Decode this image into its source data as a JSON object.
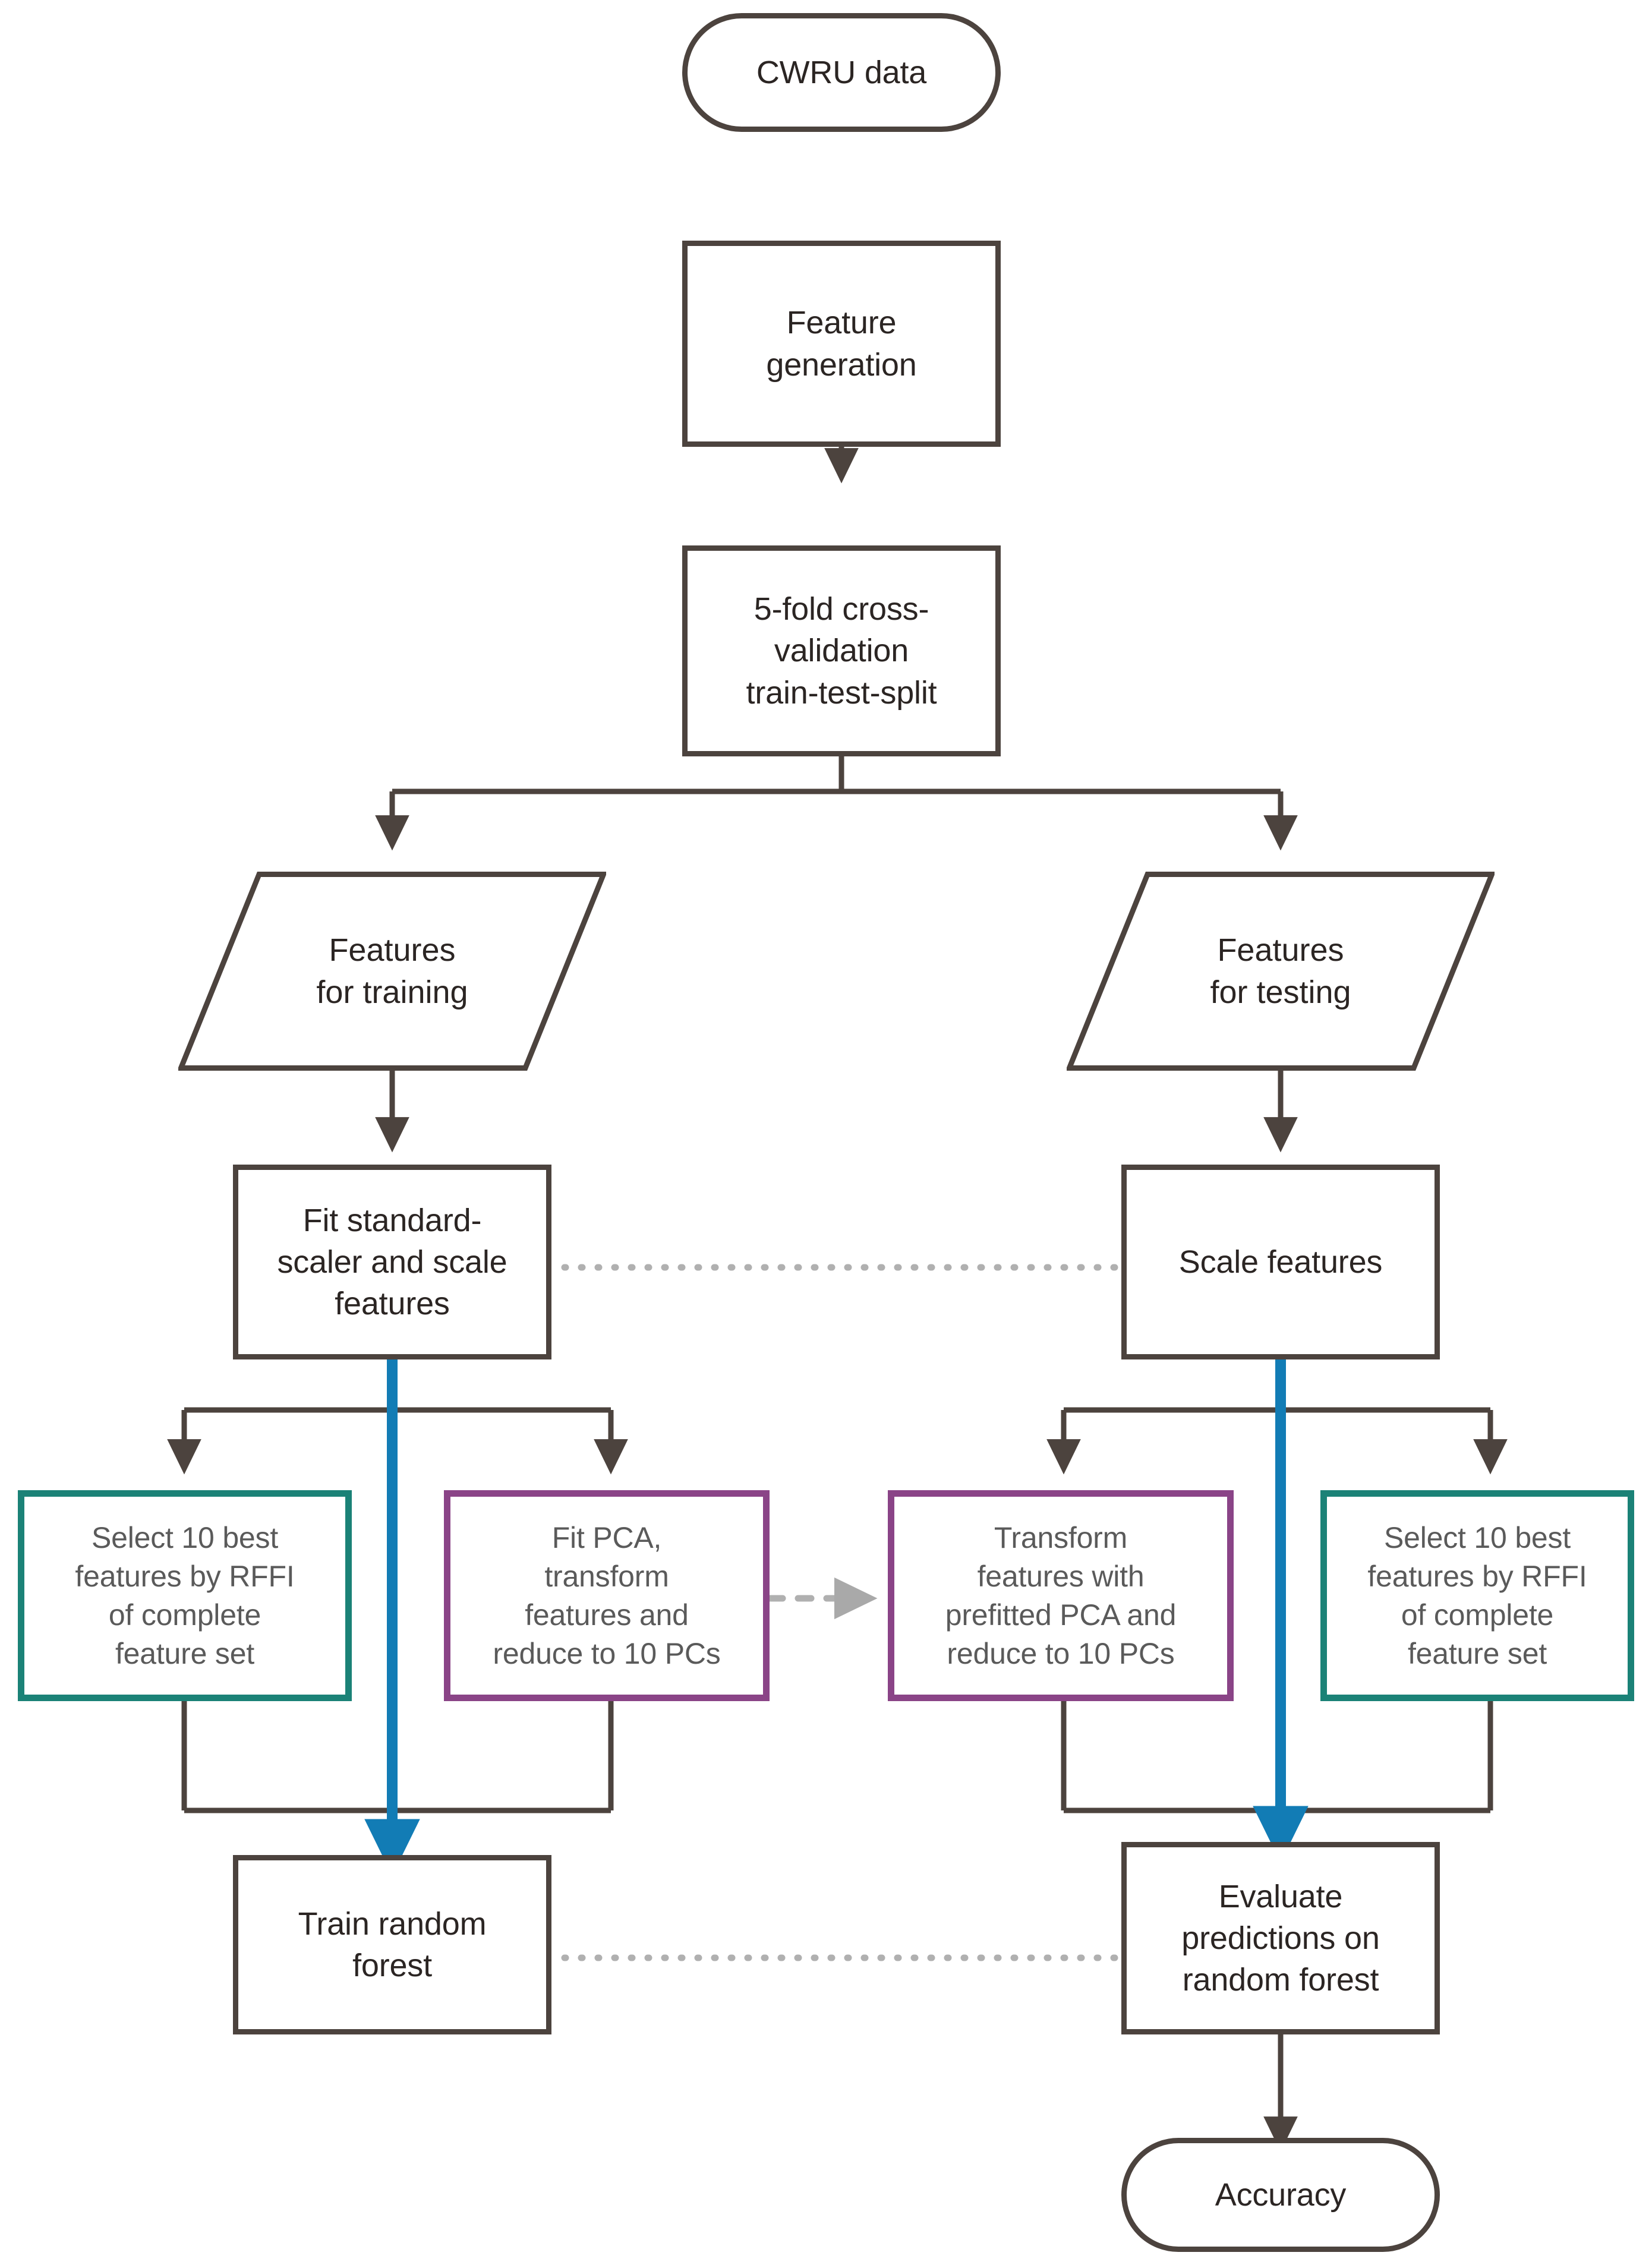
{
  "diagram": {
    "title": "Machine learning pipeline flowchart",
    "colors": {
      "outline": "#4c433e",
      "text": "#2b2523",
      "teal": "#1b8277",
      "purple": "#8a4487",
      "blue": "#127cb5",
      "dashed_gray": "#b0b0b0",
      "colored_box_text": "#5a5a5a",
      "background": "#ffffff"
    },
    "nodes": {
      "start": {
        "label": "CWRU data",
        "shape": "terminator"
      },
      "feature_generation": {
        "label": "Feature\ngeneration",
        "shape": "process"
      },
      "cross_validation": {
        "label": "5-fold cross-\nvalidation\ntrain-test-split",
        "shape": "process"
      },
      "features_training": {
        "label": "Features\nfor training",
        "shape": "data"
      },
      "features_testing": {
        "label": "Features\nfor testing",
        "shape": "data"
      },
      "fit_scaler": {
        "label": "Fit standard-\nscaler and scale\nfeatures",
        "shape": "process"
      },
      "scale_features": {
        "label": "Scale features",
        "shape": "process"
      },
      "select_best_train": {
        "label": "Select 10 best\nfeatures by RFFI\nof complete\nfeature set",
        "shape": "process-teal"
      },
      "fit_pca": {
        "label": "Fit PCA,\ntransform\nfeatures and\nreduce to 10 PCs",
        "shape": "process-purple"
      },
      "transform_pca": {
        "label": "Transform\nfeatures with\nprefitted PCA and\nreduce to 10 PCs",
        "shape": "process-purple"
      },
      "select_best_test": {
        "label": "Select 10 best\nfeatures by RFFI\nof complete\nfeature set",
        "shape": "process-teal"
      },
      "train_forest": {
        "label": "Train random\nforest",
        "shape": "process"
      },
      "evaluate": {
        "label": "Evaluate\npredictions on\nrandom forest",
        "shape": "process"
      },
      "end": {
        "label": "Accuracy",
        "shape": "terminator"
      }
    },
    "edges": [
      {
        "from": "start",
        "to": "feature_generation",
        "style": "solid-arrow"
      },
      {
        "from": "feature_generation",
        "to": "cross_validation",
        "style": "solid-arrow"
      },
      {
        "from": "cross_validation",
        "to": "features_training",
        "style": "solid-arrow-split"
      },
      {
        "from": "cross_validation",
        "to": "features_testing",
        "style": "solid-arrow-split"
      },
      {
        "from": "features_training",
        "to": "fit_scaler",
        "style": "solid-arrow"
      },
      {
        "from": "features_testing",
        "to": "scale_features",
        "style": "solid-arrow"
      },
      {
        "from": "fit_scaler",
        "to": "scale_features",
        "style": "dashed-arrow"
      },
      {
        "from": "fit_scaler",
        "to": "select_best_train",
        "style": "solid-arrow-split"
      },
      {
        "from": "fit_scaler",
        "to": "fit_pca",
        "style": "solid-arrow-split"
      },
      {
        "from": "fit_scaler",
        "to": "train_forest",
        "style": "blue-arrow"
      },
      {
        "from": "scale_features",
        "to": "transform_pca",
        "style": "solid-arrow-split"
      },
      {
        "from": "scale_features",
        "to": "select_best_test",
        "style": "solid-arrow-split"
      },
      {
        "from": "scale_features",
        "to": "evaluate",
        "style": "blue-arrow"
      },
      {
        "from": "fit_pca",
        "to": "transform_pca",
        "style": "dashed-arrow"
      },
      {
        "from": "train_forest",
        "to": "evaluate",
        "style": "dashed-arrow"
      },
      {
        "from": "evaluate",
        "to": "end",
        "style": "solid-arrow"
      }
    ]
  }
}
